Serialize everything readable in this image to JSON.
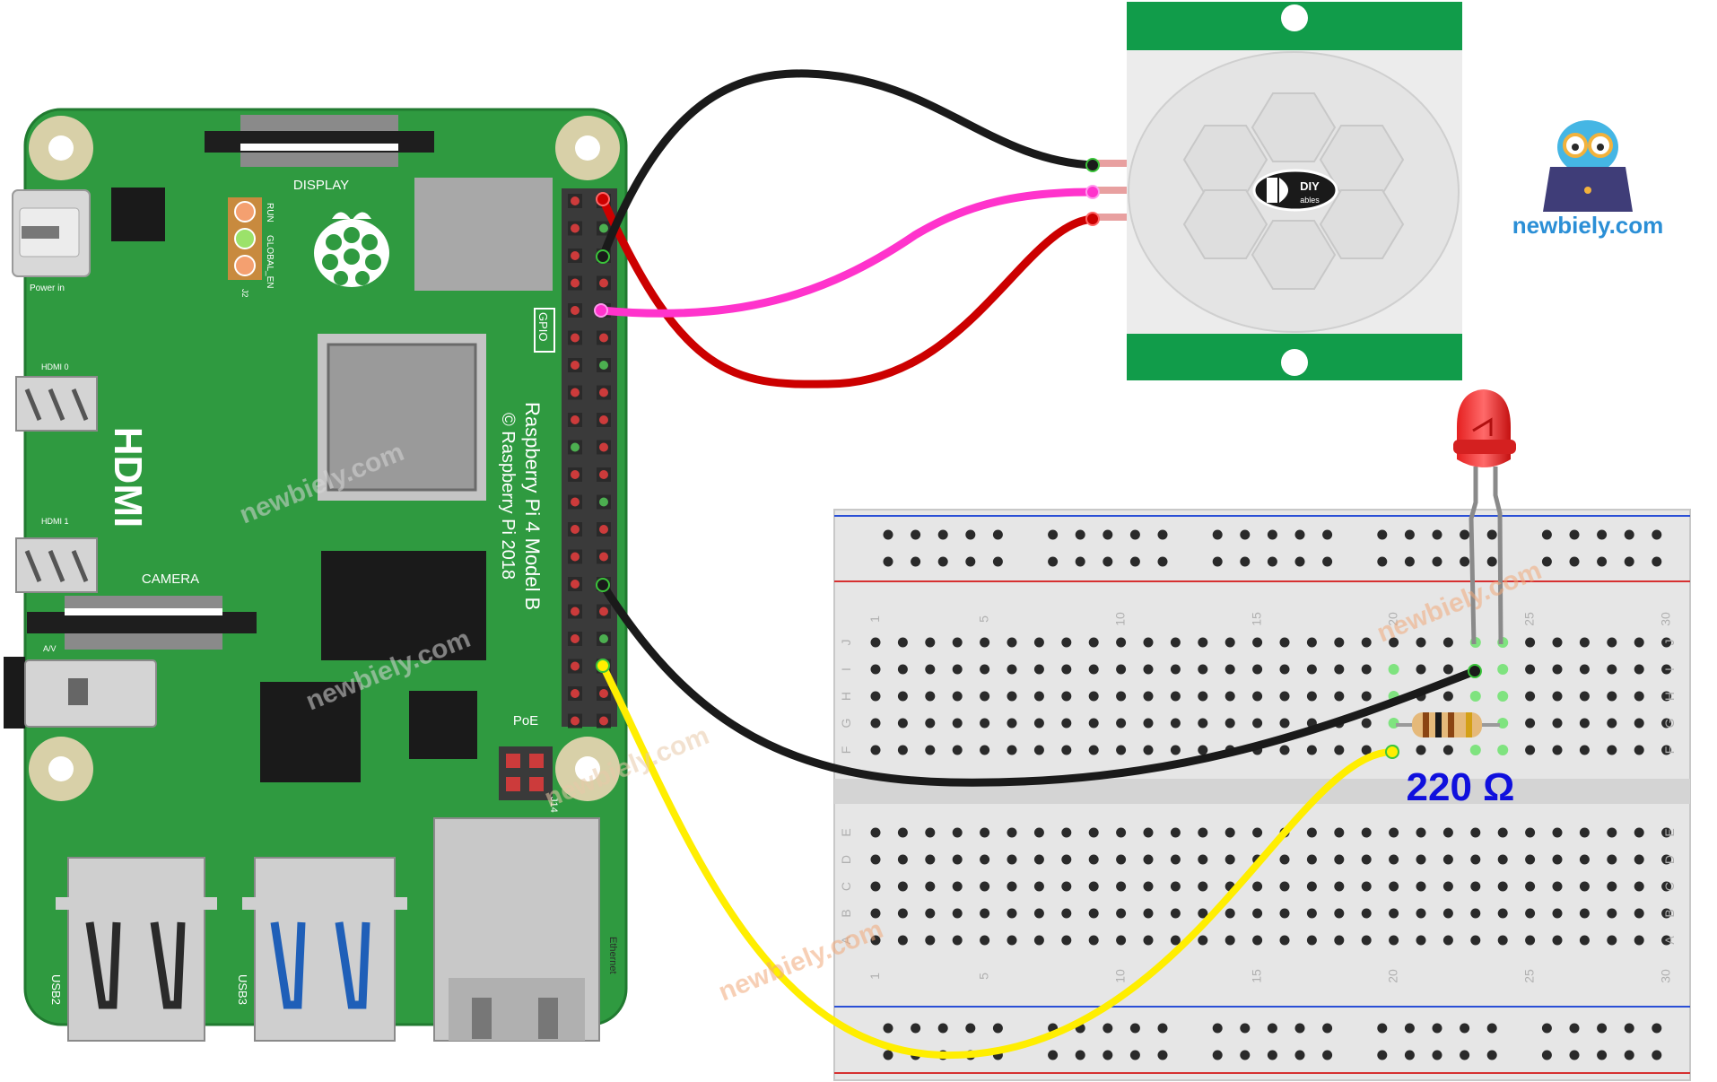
{
  "pi": {
    "label_display": "DISPLAY",
    "label_power": "Power in",
    "label_hdmi0": "HDMI 0",
    "label_hdmi1": "HDMI 1",
    "label_hdmi": "HDMI",
    "label_camera": "CAMERA",
    "label_av": "A/V",
    "label_poe": "PoE",
    "label_j14": "J14",
    "label_gpio": "GPIO",
    "label_run": "RUN",
    "label_global_en": "GLOBAL_EN",
    "label_j2": "J2",
    "label_model": "Raspberry Pi 4 Model B",
    "label_copyright": "© Raspberry Pi 2018",
    "label_usb2": "USB2",
    "label_usb3": "USB3",
    "label_ethernet": "Ethernet"
  },
  "sensor": {
    "logo_line1": "DIY",
    "logo_line2": "ables"
  },
  "brand": {
    "name": "newbiely.com"
  },
  "watermark": {
    "text": "newbiely.com"
  },
  "breadboard": {
    "col_numbers": [
      "1",
      "5",
      "10",
      "15",
      "20",
      "25",
      "30"
    ],
    "rows_top": [
      "J",
      "I",
      "H",
      "G",
      "F"
    ],
    "rows_bottom": [
      "E",
      "D",
      "C",
      "B",
      "A"
    ]
  },
  "resistor": {
    "label": "220 Ω"
  },
  "colors": {
    "pcb": "#2f9a40",
    "wire_black": "#1a1a1a",
    "wire_magenta": "#ff33cc",
    "wire_red": "#cc0000",
    "wire_yellow": "#ffee00",
    "resistor_label": "#1010dd",
    "brand": "#2b8fd6"
  }
}
